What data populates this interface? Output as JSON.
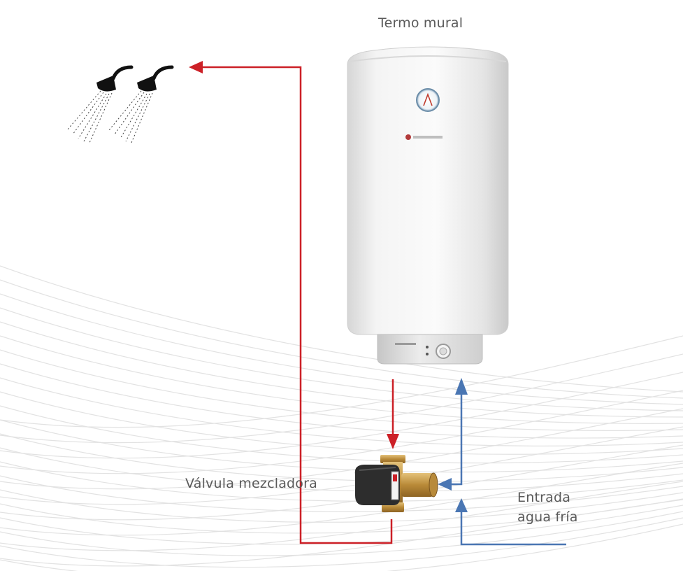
{
  "labels": {
    "heater": "Termo mural",
    "valve": "Válvula mezcladora",
    "inlet_line1": "Entrada",
    "inlet_line2": "agua fría"
  },
  "colors": {
    "hot_pipe": "#cc2027",
    "cold_pipe": "#4a76b3",
    "text": "#5a5a5a",
    "background_waves": "#e2e2e2",
    "heater_body": "#f1f1f1",
    "valve_brass": "#c7a255",
    "valve_body": "#2d2d2d",
    "shower_head": "#111111"
  },
  "icons": [
    "shower-head-icon",
    "shower-head-icon",
    "water-heater-icon",
    "mixing-valve-icon",
    "thermometer-dial-icon"
  ]
}
